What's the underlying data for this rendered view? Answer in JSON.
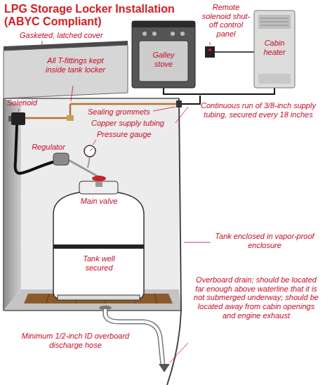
{
  "diagram": {
    "title": "LPG Storage Locker Installation (ABYC Compliant)",
    "nodes": [
      {
        "text": [
          "Galley stove"
        ]
      },
      {
        "text": [
          "Cabin heater"
        ]
      },
      {
        "text": [
          "Main valve",
          "Tank well secured"
        ]
      }
    ],
    "edges": [
      {
        "from": 0,
        "to": 1,
        "arrow": "none"
      }
    ],
    "labels": [
      "Gasketed, latched cover",
      "All T-fittings kept inside tank locker",
      "Remote solenoid shut-off control panel",
      "Solenoid",
      "Sealing grommets",
      "Copper supply tubing",
      "Pressure gauge",
      "Regulator",
      "Continuous run of 3/8-inch supply tubing, secured every 18 inches",
      "Tank enclosed in vapor-proof enclosure",
      "Overboard drain; should be located far enough above waterline that it is not submerged underway; should be located away from cabin openings and engine exhaust",
      "Minimum 1/2-inch ID overboard discharge hose"
    ]
  }
}
